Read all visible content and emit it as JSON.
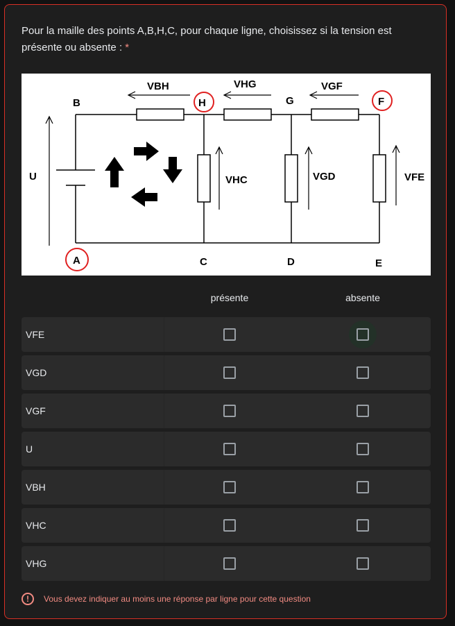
{
  "question": {
    "text": "Pour la maille des points A,B,H,C, pour chaque ligne, choisissez si la tension est présente ou absente :",
    "required_mark": "*"
  },
  "figure": {
    "nodes": {
      "A": "A",
      "B": "B",
      "C": "C",
      "D": "D",
      "E": "E",
      "F": "F",
      "G": "G",
      "H": "H"
    },
    "voltages": {
      "U": "U",
      "VBH": "VBH",
      "VHG": "VHG",
      "VGF": "VGF",
      "VHC": "VHC",
      "VGD": "VGD",
      "VFE": "VFE"
    },
    "circled_color": "#e02020"
  },
  "grid": {
    "columns": [
      "présente",
      "absente"
    ],
    "rows": [
      {
        "label": "VFE",
        "present": false,
        "absent": false
      },
      {
        "label": "VGD",
        "present": false,
        "absent": false
      },
      {
        "label": "VGF",
        "present": false,
        "absent": false
      },
      {
        "label": "U",
        "present": false,
        "absent": false
      },
      {
        "label": "VBH",
        "present": false,
        "absent": false
      },
      {
        "label": "VHC",
        "present": false,
        "absent": false
      },
      {
        "label": "VHG",
        "present": false,
        "absent": false
      }
    ]
  },
  "error": {
    "icon": "error-icon",
    "glyph": "!",
    "text": "Vous devez indiquer au moins une réponse par ligne pour cette question"
  },
  "colors": {
    "accent_error": "#f28b82",
    "card_border": "#d93025",
    "row_bg": "#2b2b2b"
  }
}
